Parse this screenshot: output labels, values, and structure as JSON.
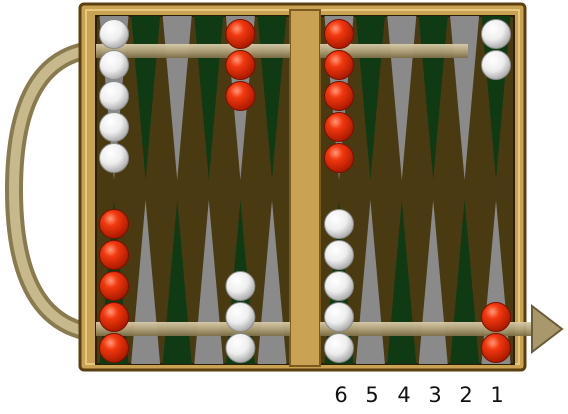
{
  "board": {
    "colors": {
      "frame": "#c9a253",
      "frame_dark": "#7a5a1e",
      "felt": "#4a3a12",
      "point_green": "#0f3a14",
      "point_gray": "#8a8a8a",
      "arrow": "#b3a37a",
      "red_checker": "#e8280f",
      "white_checker": "#f2f2f2"
    },
    "point_labels": [
      "6",
      "5",
      "4",
      "3",
      "2",
      "1"
    ]
  },
  "checkers": {
    "top": [
      {
        "column": 0,
        "color": "white",
        "count": 5
      },
      {
        "column": 4,
        "color": "red",
        "count": 3
      },
      {
        "column": 6,
        "color": "red",
        "count": 5
      },
      {
        "column": 11,
        "color": "white",
        "count": 2
      }
    ],
    "bottom": [
      {
        "column": 0,
        "color": "red",
        "count": 5
      },
      {
        "column": 4,
        "color": "white",
        "count": 3
      },
      {
        "column": 6,
        "color": "white",
        "count": 5
      },
      {
        "column": 11,
        "color": "red",
        "count": 2
      }
    ]
  }
}
